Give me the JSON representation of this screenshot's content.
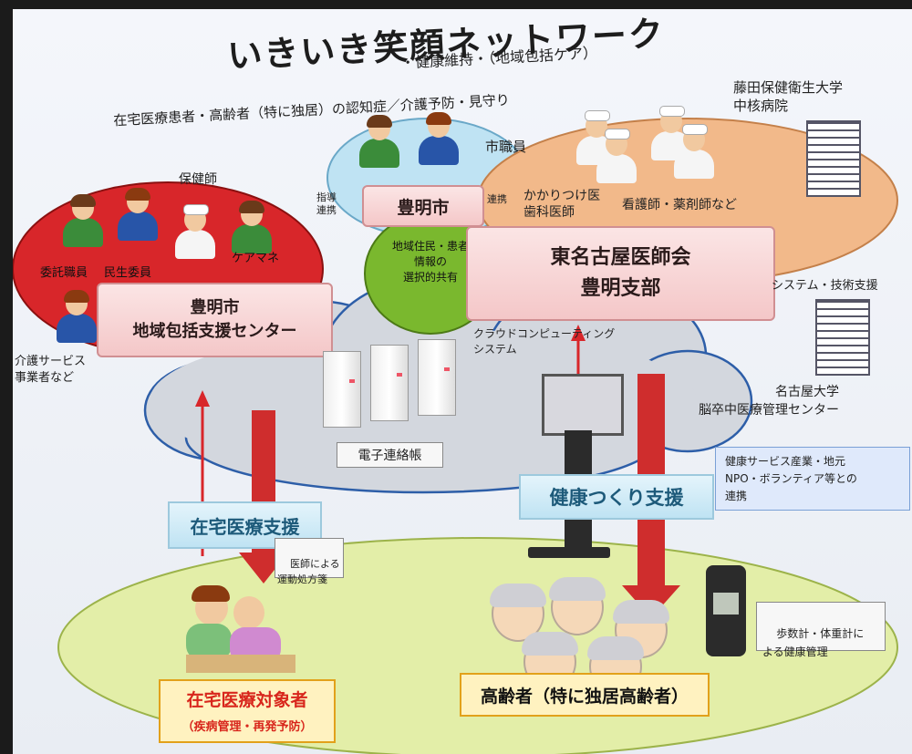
{
  "title": "いきいき笑顔ネットワーク",
  "subtitle_right": "・健康維持・（地域包括ケア）",
  "subtitle_left": "在宅医療患者・高齢者（特に独居）の認知症／介護予防・見守り",
  "toyoake_city": "豊明市",
  "city_staff": "市職員",
  "shidou_renkei": "指導\n連携",
  "renkei": "連携",
  "hokenshi": "保健師",
  "itaku_shokuin": "委託職員",
  "minsei_iin": "民生委員",
  "care_manager": "ケアマネ",
  "kaigo_service": "介護サービス\n事業者など",
  "center_line1": "豊明市",
  "center_line2": "地域包括支援センター",
  "info_share": "地域住民・患者\n情報の\n選択的共有",
  "ishikai_line1": "東名古屋医師会",
  "ishikai_line2": "豊明支部",
  "kakaritsuke": "かかりつけ医\n歯科医師",
  "kangoshi": "看護師・薬剤師など",
  "fujita_univ": "藤田保健衛生大学\n中核病院",
  "system_support": "システム・技術支援",
  "nagoya_univ": "名古屋大学\n脳卒中医療管理センター",
  "cloud": "クラウドコンピューティング\nシステム",
  "denshi_renraku": "電子連絡帳",
  "zaitaku_shien": "在宅医療支援",
  "kenko_shien": "健康つくり支援",
  "ishi_memo": "医師による\n運動処方箋",
  "kenko_service": "健康サービス産業・地元\nNPO・ボランティア等との\n連携",
  "hosuukei": "歩数計・体重計に\nよる健康管理",
  "zaitaku_target": "在宅医療対象者",
  "zaitaku_target_sub": "（疾病管理・再発予防）",
  "koureisha": "高齢者（特に独居高齢者）"
}
